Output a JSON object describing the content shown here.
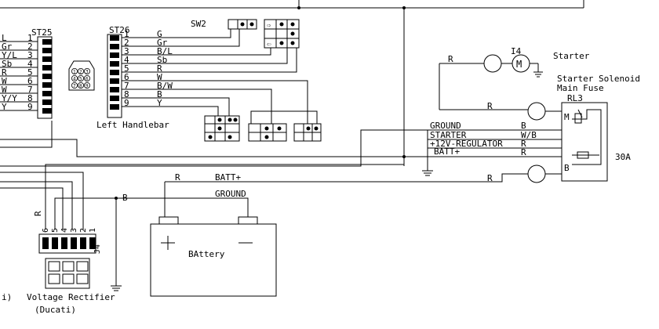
{
  "st25": {
    "label": "ST25",
    "wires": [
      "L",
      "Gr",
      "Y/L",
      "Sb",
      "R",
      "W",
      "W",
      "Y/Y",
      "Y"
    ],
    "pins": [
      "1",
      "2",
      "3",
      "4",
      "5",
      "6",
      "7",
      "8",
      "9"
    ]
  },
  "st26": {
    "label": "ST26",
    "pins": [
      "1",
      "2",
      "3",
      "4",
      "5",
      "6",
      "7",
      "8",
      "9"
    ],
    "wires": [
      "G",
      "Gr",
      "B/L",
      "Sb",
      "R",
      "W",
      "B/W",
      "B",
      "Y"
    ]
  },
  "plug_icon_digits": [
    "1",
    "2",
    "3",
    "4",
    "5",
    "6",
    "7",
    "8",
    "9"
  ],
  "left_handlebar": "Left Handlebar",
  "sw2": "SW2",
  "starter": {
    "ref": "I4",
    "label": "Starter",
    "wire": "R"
  },
  "solenoid": {
    "title": "Starter Solenoid",
    "subtitle": "Main Fuse",
    "ref": "RL3",
    "m_label": "M",
    "b_label": "B",
    "fuse": "30A",
    "top_wire": "R",
    "bottom_wire": "R"
  },
  "harness": [
    {
      "label": "GROUND",
      "wire": "B"
    },
    {
      "label": "STARTER",
      "wire": "W/B"
    },
    {
      "label": "+12V-REGULATOR",
      "wire": "R"
    },
    {
      "label": "BATT+",
      "wire": "R"
    }
  ],
  "battery": {
    "label": "BAttery",
    "pos_wire": "R",
    "pos_label": "BATT+",
    "neg_label": "GROUND"
  },
  "rectifier": {
    "label": "Voltage Rectifier",
    "brand": "(Ducati)",
    "ref": "J4",
    "pins": [
      "6",
      "5",
      "4",
      "3",
      "2",
      "1"
    ],
    "wire_b": "B",
    "wire_r": "R"
  },
  "left_cut_label": "i)"
}
